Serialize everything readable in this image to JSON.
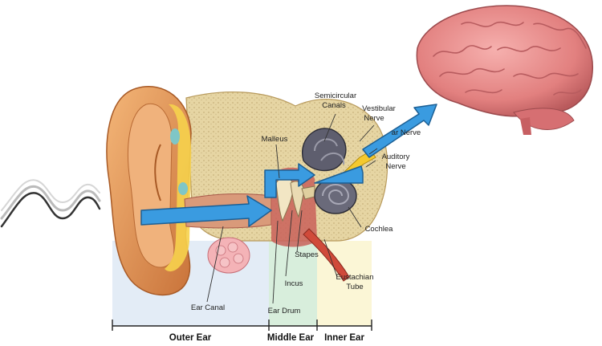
{
  "labels": {
    "semicircular_canals": [
      "Semicircular",
      "Canals"
    ],
    "vestibular_nerve": [
      "Vestibular",
      "Nerve"
    ],
    "cochlear_nerve": "ar Nerve",
    "auditory_nerve": [
      "Auditory",
      "Nerve"
    ],
    "malleus": "Malleus",
    "cochlea": "Cochlea",
    "stapes": "Stapes",
    "incus": "Incus",
    "eustachian_tube": [
      "Eustachian",
      "Tube"
    ],
    "ear_canal": "Ear Canal",
    "ear_drum": "Ear Drum"
  },
  "sections": {
    "outer": "Outer Ear",
    "middle": "Middle Ear",
    "inner": "Inner Ear"
  },
  "colors": {
    "outer_zone": "#e3ecf6",
    "middle_zone": "#d8eedc",
    "inner_zone": "#fbf6d6",
    "arrow": "#3a9be0",
    "skin": "#e89a57",
    "bone": "#e9d9a8",
    "brain": "#e8898a"
  }
}
